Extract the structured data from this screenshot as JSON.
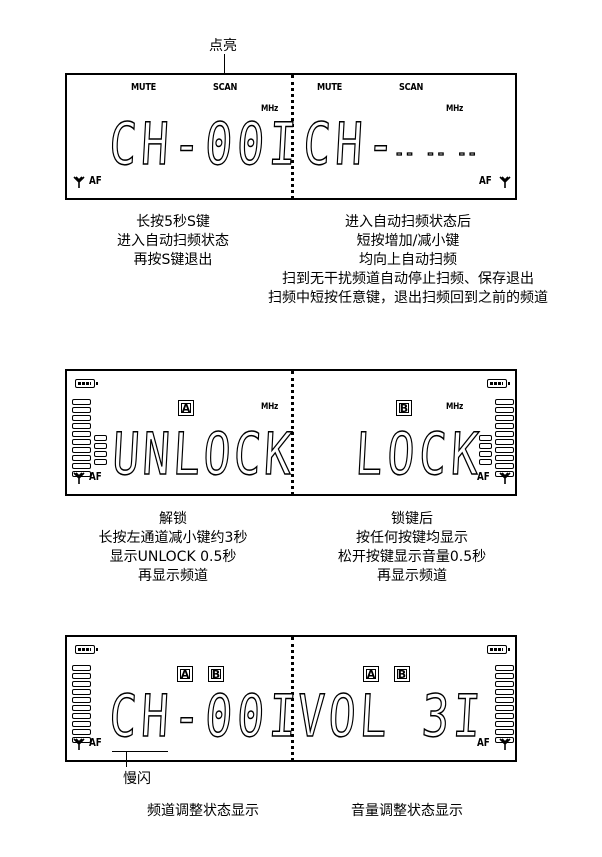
{
  "panel1": {
    "callout": "点亮",
    "left": {
      "mute": "MUTE",
      "scan": "SCAN",
      "mhz": "MHz",
      "display": "CH-00I",
      "af": "AF"
    },
    "right": {
      "mute": "MUTE",
      "scan": "SCAN",
      "mhz": "MHz",
      "display": "CH-",
      "dashes": "-- -- --",
      "af": "AF"
    },
    "left_notes": [
      "长按5秒S键",
      "进入自动扫频状态",
      "再按S键退出"
    ],
    "right_notes": [
      "进入自动扫频状态后",
      "短按增加/减小键",
      "均向上自动扫频",
      "扫到无干扰频道自动停止扫频、保存退出",
      "扫频中短按任意键，退出扫频回到之前的频道"
    ]
  },
  "panel2": {
    "left": {
      "box": "A",
      "mhz": "MHz",
      "display": "UNLOCK",
      "af": "AF"
    },
    "right": {
      "box": "B",
      "mhz": "MHz",
      "display": "LOCK",
      "af": "AF"
    },
    "left_notes": [
      "解锁",
      "长按左通道减小键约3秒",
      "显示UNLOCK 0.5秒",
      "再显示频道"
    ],
    "right_notes": [
      "锁键后",
      "按任何按键均显示",
      "松开按键显示音量0.5秒",
      "再显示频道"
    ]
  },
  "panel3": {
    "left": {
      "box_a": "A",
      "box_b": "B",
      "display": "CH-00I",
      "af": "AF"
    },
    "right": {
      "box_a": "A",
      "box_b": "B",
      "display": "VOL 3I",
      "af": "AF"
    },
    "callout": "慢闪",
    "left_caption": "频道调整状态显示",
    "right_caption": "音量调整状态显示"
  },
  "icons": [
    "antenna-icon",
    "battery-icon",
    "signal-bars-icon"
  ]
}
